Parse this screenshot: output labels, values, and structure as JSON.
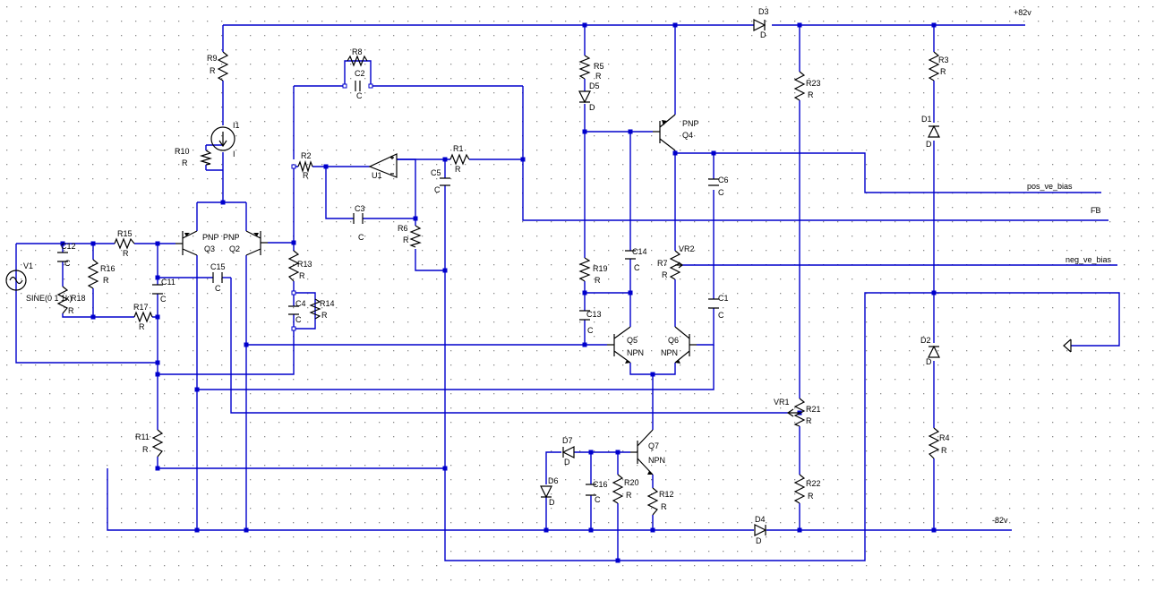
{
  "nets": {
    "vplus": "+82v",
    "vminus": "-82v",
    "pos_bias": "pos_ve_bias",
    "neg_bias": "neg_ve_bias",
    "fb": "FB"
  },
  "parts": {
    "D3": {
      "ref": "D3",
      "val": "D"
    },
    "R9": {
      "ref": "R9",
      "val": "R"
    },
    "R8": {
      "ref": "R8",
      "val": "R"
    },
    "C2": {
      "ref": "C2",
      "val": "C"
    },
    "R5": {
      "ref": "R5",
      "val": "R"
    },
    "D5": {
      "ref": "D5",
      "val": "D"
    },
    "Q4": {
      "ref": "Q4",
      "val": "PNP"
    },
    "R23": {
      "ref": "R23",
      "val": "R"
    },
    "R3": {
      "ref": "R3",
      "val": "R"
    },
    "D1": {
      "ref": "D1",
      "val": "D"
    },
    "I1": {
      "ref": "I1",
      "val": "I"
    },
    "R10": {
      "ref": "R10",
      "val": "R"
    },
    "R2": {
      "ref": "R2",
      "val": "R"
    },
    "U1": {
      "ref": "U1",
      "val": ""
    },
    "R1": {
      "ref": "R1",
      "val": "R"
    },
    "C5": {
      "ref": "C5",
      "val": "C"
    },
    "C6": {
      "ref": "C6",
      "val": "C"
    },
    "C3": {
      "ref": "C3",
      "val": "C"
    },
    "R6": {
      "ref": "R6",
      "val": "R"
    },
    "Q3": {
      "ref": "Q3",
      "val": "PNP"
    },
    "Q2": {
      "ref": "Q2",
      "val": "PNP"
    },
    "C12": {
      "ref": "C12",
      "val": "C"
    },
    "R15": {
      "ref": "R15",
      "val": "R"
    },
    "R16": {
      "ref": "R16",
      "val": "R"
    },
    "V1": {
      "ref": "V1",
      "val": "SINE(0 1 1k)"
    },
    "R18": {
      "ref": "R18",
      "val": "R"
    },
    "C11": {
      "ref": "C11",
      "val": "C"
    },
    "C15": {
      "ref": "C15",
      "val": "C"
    },
    "R17": {
      "ref": "R17",
      "val": "R"
    },
    "R13": {
      "ref": "R13",
      "val": "R"
    },
    "C4": {
      "ref": "C4",
      "val": "C"
    },
    "R14": {
      "ref": "R14",
      "val": "R"
    },
    "C14": {
      "ref": "C14",
      "val": "C"
    },
    "R19": {
      "ref": "R19",
      "val": "R"
    },
    "C13": {
      "ref": "C13",
      "val": "C"
    },
    "VR2": {
      "ref": "VR2",
      "val": ""
    },
    "R7": {
      "ref": "R7",
      "val": "R"
    },
    "C1": {
      "ref": "C1",
      "val": "C"
    },
    "Q5": {
      "ref": "Q5",
      "val": "NPN"
    },
    "Q6": {
      "ref": "Q6",
      "val": "NPN"
    },
    "D2": {
      "ref": "D2",
      "val": "D"
    },
    "VR1": {
      "ref": "VR1",
      "val": ""
    },
    "R21": {
      "ref": "R21",
      "val": "R"
    },
    "R11": {
      "ref": "R11",
      "val": "R"
    },
    "D7": {
      "ref": "D7",
      "val": "D"
    },
    "Q7": {
      "ref": "Q7",
      "val": "NPN"
    },
    "D6": {
      "ref": "D6",
      "val": "D"
    },
    "C16": {
      "ref": "C16",
      "val": "C"
    },
    "R20": {
      "ref": "R20",
      "val": "R"
    },
    "R12": {
      "ref": "R12",
      "val": "R"
    },
    "R4": {
      "ref": "R4",
      "val": "R"
    },
    "R22": {
      "ref": "R22",
      "val": "R"
    },
    "D4": {
      "ref": "D4",
      "val": "D"
    }
  }
}
